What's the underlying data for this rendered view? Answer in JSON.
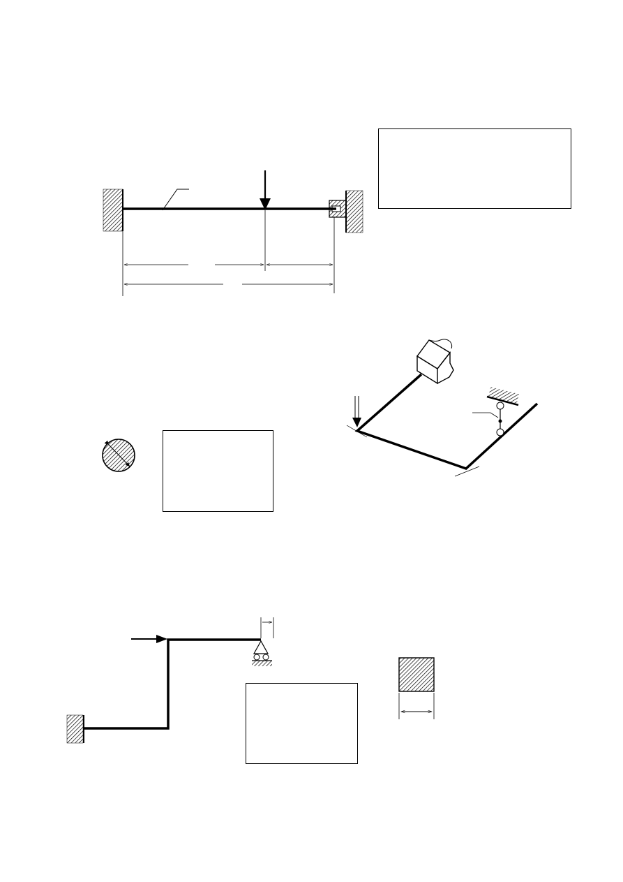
{
  "figures": [
    {
      "id": "figure-1",
      "description_text": ""
    },
    {
      "id": "figure-2",
      "description_text": ""
    },
    {
      "id": "figure-3",
      "description_text": ""
    }
  ],
  "colors": {
    "ink": "#000000",
    "paper": "#ffffff",
    "hatch": "#000000"
  }
}
